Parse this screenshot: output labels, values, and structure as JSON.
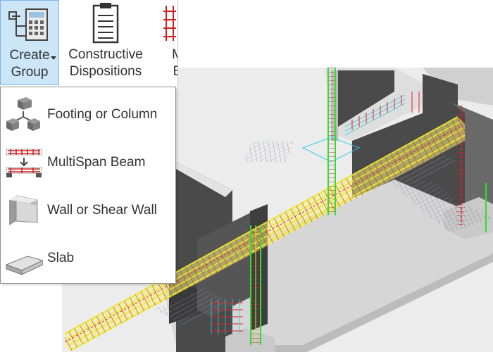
{
  "ribbon": {
    "create_group": {
      "line1": "Create",
      "line2": "Group",
      "icon": "group-tree-icon"
    },
    "constructive": {
      "line1": "Constructive",
      "line2": "Dispositions",
      "icon": "clipboard-list-icon"
    },
    "third": {
      "line1": "M",
      "line2": "B",
      "icon": "rebar-cage-icon"
    }
  },
  "menu": {
    "items": [
      {
        "label": "Footing or Column",
        "icon": "footing-column-icon"
      },
      {
        "label": "MultiSpan Beam",
        "icon": "multispan-beam-icon"
      },
      {
        "label": "Wall or Shear Wall",
        "icon": "shear-wall-icon"
      },
      {
        "label": "Slab",
        "icon": "slab-icon"
      }
    ]
  },
  "colors": {
    "selected_bg": "#cde6f7",
    "selected_border": "#7eb4ea",
    "rebar_yellow": "#e8e832",
    "rebar_red": "#e02020",
    "rebar_green": "#33dd33",
    "rebar_cyan": "#33c8e6",
    "concrete_light": "#d4d4d4",
    "concrete_dark": "#4a4a4a"
  }
}
